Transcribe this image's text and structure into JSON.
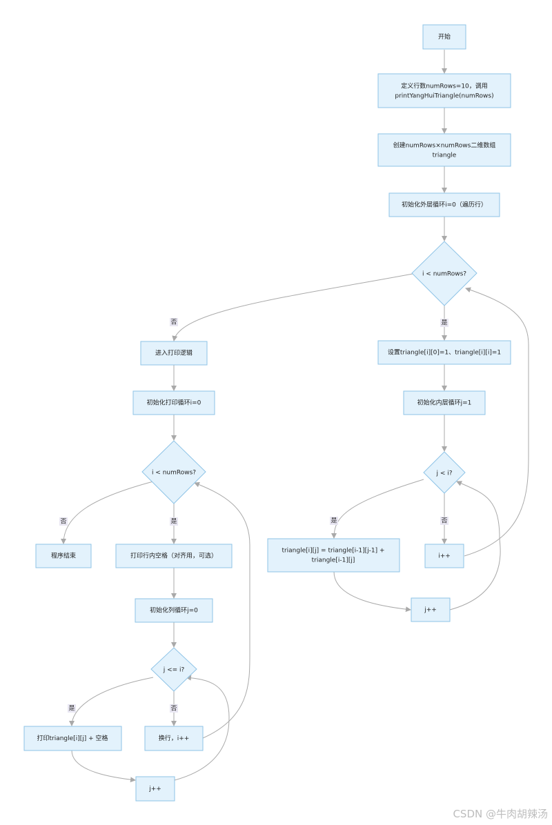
{
  "nodes": {
    "start": "开始",
    "define": [
      "定义行数numRows=10，调用",
      "printYangHuiTriangle(numRows)"
    ],
    "create": [
      "创建numRows×numRows二维数组",
      "triangle"
    ],
    "init_outer": "初始化外层循环i=0（遍历行）",
    "cond_i1": "i < numRows?",
    "set_edges": "设置triangle[i][0]=1、triangle[i][i]=1",
    "init_inner": "初始化内层循环j=1",
    "cond_j1": "j < i?",
    "compute": [
      "triangle[i][j] = triangle[i-1][j-1] +",
      "triangle[i-1][j]"
    ],
    "j_inc1": "j++",
    "i_inc1": "i++",
    "enter_print": "进入打印逻辑",
    "init_print": "初始化打印循环i=0",
    "cond_i2": "i < numRows?",
    "end": "程序结束",
    "print_spaces": "打印行内空格（对齐用，可选）",
    "init_col": "初始化列循环j=0",
    "cond_j2": "j <= i?",
    "print_value": "打印triangle[i][j] + 空格",
    "newline": "换行，i++",
    "j_inc2": "j++"
  },
  "edge_labels": {
    "yes": "是",
    "no": "否"
  },
  "watermark": "CSDN @牛肉胡辣汤"
}
